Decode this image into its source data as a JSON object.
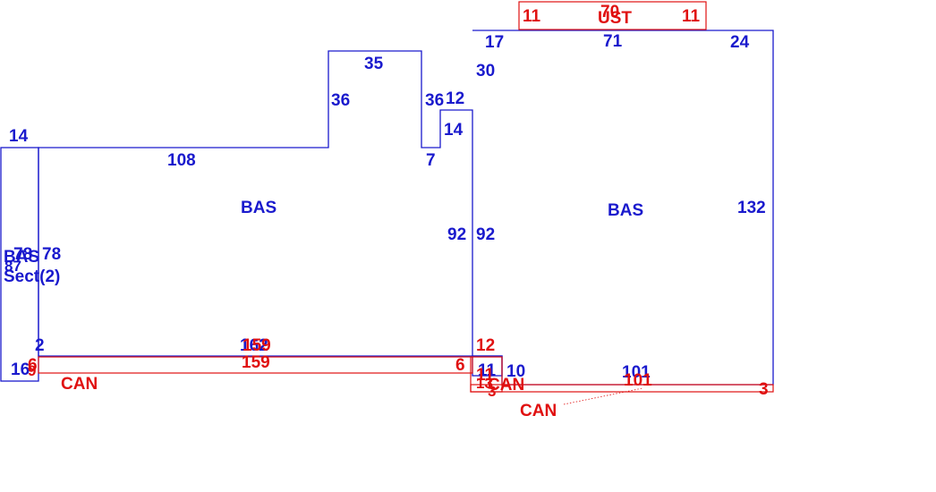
{
  "colors": {
    "structure": "#1a1acd",
    "addition": "#e01010"
  },
  "areas": {
    "bas_left": "BAS",
    "bas_right": "BAS",
    "bas_sect2": "BAS",
    "sect2_label": "Sect(2)",
    "ust_top": "UST",
    "can_bottom_left": "CAN",
    "can_bottom_right_a": "CAN",
    "can_bottom_right_b": "CAN"
  },
  "dimensions": {
    "blue": {
      "d14_top_strip": "14",
      "d108": "108",
      "d35": "35",
      "d36_left": "36",
      "d36_right": "36",
      "d12_top": "12",
      "d14_notch": "14",
      "d7": "7",
      "d17": "17",
      "d71": "71",
      "d24": "24",
      "d30": "30",
      "d92_left": "92",
      "d92_right": "92",
      "d132": "132",
      "d78_a": "78",
      "d78_b": "78",
      "d87": "87",
      "d2": "2",
      "d16": "16",
      "d162": "162",
      "d11_bottom": "11",
      "d10": "10",
      "d101": "101"
    },
    "red": {
      "d11_ust_left": "11",
      "d70_ust": "70",
      "d11_ust_right": "11",
      "d159_top": "159",
      "d159_bottom": "159",
      "d6_left": "6",
      "d6_right": "6",
      "d9": "9",
      "d12_red": "12",
      "d11_red": "11",
      "d13_red": "13",
      "d3_small": "3",
      "d101_red": "101",
      "d3_right": "3"
    }
  }
}
